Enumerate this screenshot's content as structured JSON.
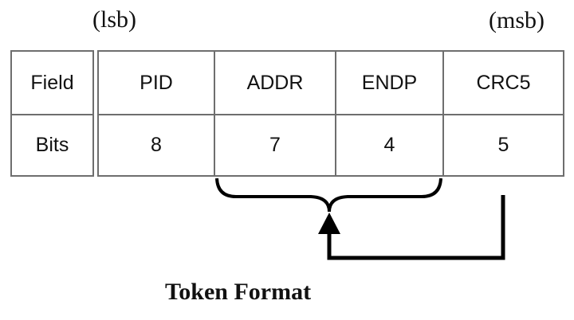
{
  "labels": {
    "lsb": "(lsb)",
    "msb": "(msb)"
  },
  "table": {
    "row_headers": [
      "Field",
      "Bits"
    ],
    "columns": [
      {
        "name": "PID",
        "bits": "8"
      },
      {
        "name": "ADDR",
        "bits": "7"
      },
      {
        "name": "ENDP",
        "bits": "4"
      },
      {
        "name": "CRC5",
        "bits": "5"
      }
    ]
  },
  "caption": "Token Format",
  "colors": {
    "table_border": "#6e6e6e",
    "annotation": "#000000"
  }
}
